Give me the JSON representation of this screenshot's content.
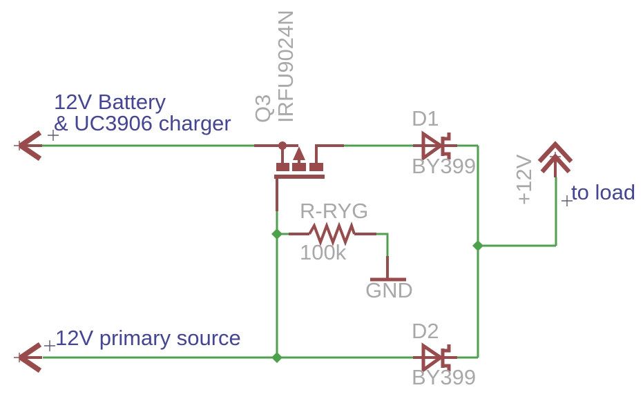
{
  "diagram": {
    "type": "circuit-schematic",
    "labels": {
      "battery_line1": "12V Battery",
      "battery_line2": "& UC3906 charger",
      "primary_source": "12V primary source",
      "to_load": "to load"
    },
    "components": {
      "q3": {
        "ref": "Q3",
        "value": "IRFU9024N"
      },
      "d1": {
        "ref": "D1",
        "value": "BY399"
      },
      "d2": {
        "ref": "D2",
        "value": "BY399"
      },
      "r1": {
        "ref": "R-RYG",
        "value": "100k"
      },
      "gnd": {
        "label": "GND"
      },
      "supply": {
        "label": "+12V"
      }
    },
    "colors": {
      "wire_green": "#4aa348",
      "symbol_maroon": "#9a4a4a",
      "label_blue": "#4343a0",
      "name_gray": "#a8a8a8",
      "cross_marker": "#585878",
      "background": "#ffffff"
    }
  }
}
